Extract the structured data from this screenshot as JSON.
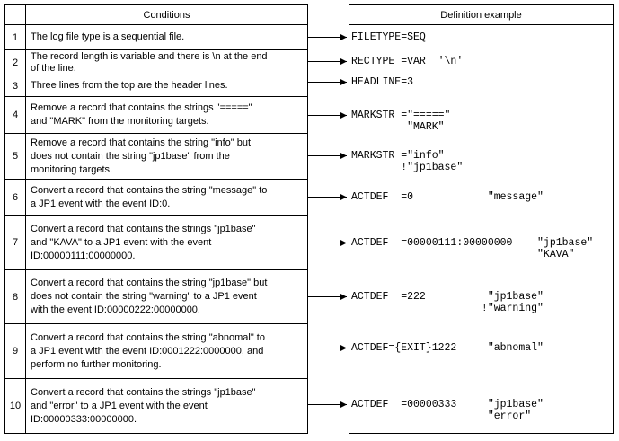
{
  "headers": {
    "conditions": "Conditions",
    "definition": "Definition example"
  },
  "rows": [
    {
      "num": "1",
      "condition": "The log file type is a sequential file.",
      "definition": "FILETYPE=SEQ"
    },
    {
      "num": "2",
      "condition": "The record length is variable and there is \\n at the end\nof the line.",
      "definition": "RECTYPE =VAR  '\\n'"
    },
    {
      "num": "3",
      "condition": "Three lines from the top are the header lines.",
      "definition": "HEADLINE=3"
    },
    {
      "num": "4",
      "condition": "Remove a record that contains the strings \"=====\"\nand \"MARK\" from the monitoring targets.",
      "definition": "MARKSTR =\"=====\"\n         \"MARK\""
    },
    {
      "num": "5",
      "condition": "Remove a record that contains the string \"info\" but\ndoes not contain the string \"jp1base\" from the\nmonitoring targets.",
      "definition": "MARKSTR =\"info\"\n        !\"jp1base\""
    },
    {
      "num": "6",
      "condition": "Convert a record that contains the string \"message\" to\na JP1 event with the event ID:0.",
      "definition": "ACTDEF  =0            \"message\""
    },
    {
      "num": "7",
      "condition": "Convert a record that contains the strings \"jp1base\"\nand \"KAVA\" to a JP1 event with the event\nID:00000111:00000000.",
      "definition": "ACTDEF  =00000111:00000000    \"jp1base\"\n                              \"KAVA\""
    },
    {
      "num": "8",
      "condition": "Convert a record that contains the string \"jp1base\" but\ndoes not contain the string \"warning\" to a JP1 event\nwith the event ID:00000222:00000000.",
      "definition": "ACTDEF  =222          \"jp1base\"\n                     !\"warning\""
    },
    {
      "num": "9",
      "condition": "Convert a record that contains the string \"abnomal\" to\na JP1 event with the event ID:0001222:0000000, and\nperform no further monitoring.",
      "definition": "ACTDEF={EXIT}1222     \"abnomal\""
    },
    {
      "num": "10",
      "condition": "Convert a record that contains the strings \"jp1base\"\nand \"error\" to a JP1 event with the event\nID:00000333:00000000.",
      "definition": "ACTDEF  =00000333     \"jp1base\"\n                      \"error\""
    }
  ]
}
